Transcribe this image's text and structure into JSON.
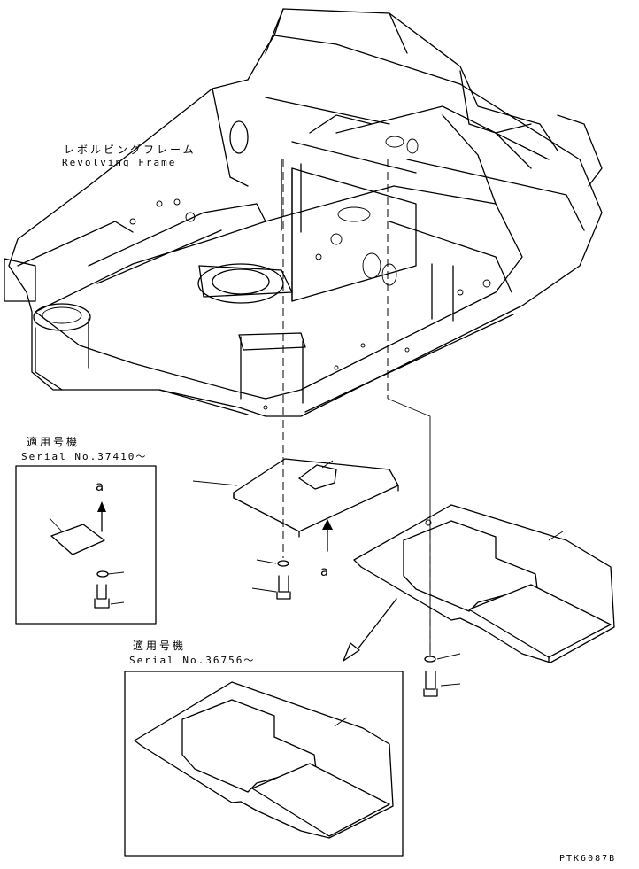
{
  "labels": {
    "frame_jp": "レボルビングフレーム",
    "frame_en": "Revolving Frame",
    "serial1_jp": "適用号機",
    "serial1_en": "Serial No.37410～",
    "serial2_jp": "適用号機",
    "serial2_en": "Serial No.36756～",
    "view_a_top": "a",
    "view_a_bottom": "a",
    "drawing_code": "PTK6087B"
  }
}
